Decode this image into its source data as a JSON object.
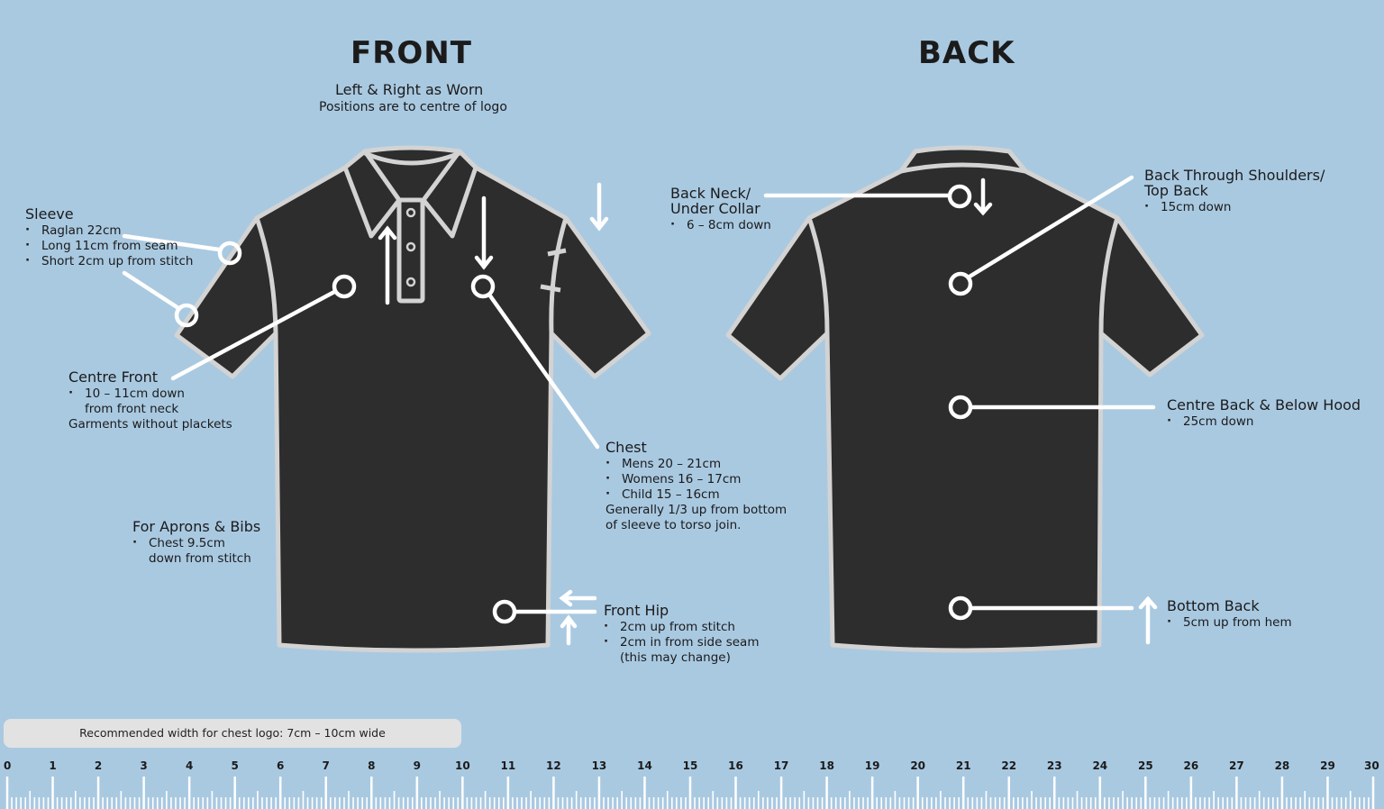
{
  "front": {
    "title": "FRONT",
    "subtitle": "Left & Right as Worn",
    "subtitle2": "Positions are to centre of logo"
  },
  "back": {
    "title": "BACK"
  },
  "sleeve": {
    "label": "Sleeve",
    "items": [
      "Raglan 22cm",
      "Long 11cm from seam",
      "Short 2cm up from stitch"
    ]
  },
  "centre_front": {
    "label": "Centre Front",
    "items": [
      "10 – 11cm down"
    ],
    "line2": "from front neck",
    "note": "Garments without plackets"
  },
  "aprons": {
    "label": "For Aprons & Bibs",
    "items": [
      "Chest 9.5cm"
    ],
    "line2": "down from stitch"
  },
  "chest": {
    "label": "Chest",
    "items": [
      "Mens 20 – 21cm",
      "Womens 16 – 17cm",
      "Child 15 – 16cm"
    ],
    "note1": "Generally 1/3 up from bottom",
    "note2": "of sleeve to torso join."
  },
  "front_hip": {
    "label": "Front Hip",
    "items": [
      "2cm up from stitch",
      "2cm in from side seam"
    ],
    "note": "(this may change)"
  },
  "back_neck": {
    "label1": "Back Neck/",
    "label2": "Under Collar",
    "items": [
      "6 – 8cm down"
    ]
  },
  "back_shoulders": {
    "label1": "Back Through Shoulders/",
    "label2": "Top Back",
    "items": [
      "15cm down"
    ]
  },
  "centre_back": {
    "label": "Centre Back & Below Hood",
    "items": [
      "25cm down"
    ]
  },
  "bottom_back": {
    "label": "Bottom Back",
    "items": [
      "5cm up from hem"
    ]
  },
  "recommendation": "Recommended width for chest logo: 7cm – 10cm wide",
  "ruler": {
    "labels": [
      "0",
      "1",
      "2",
      "3",
      "4",
      "5",
      "6",
      "7",
      "8",
      "9",
      "10",
      "11",
      "12",
      "13",
      "14",
      "15",
      "16",
      "17",
      "18",
      "19",
      "20",
      "21",
      "22",
      "23",
      "24",
      "25",
      "26",
      "27",
      "28",
      "29",
      "30"
    ]
  },
  "colors": {
    "background": "#a9c9e1",
    "garment": "#2d2d2d",
    "outline": "#d3d3d3",
    "marker": "#ffffff"
  }
}
